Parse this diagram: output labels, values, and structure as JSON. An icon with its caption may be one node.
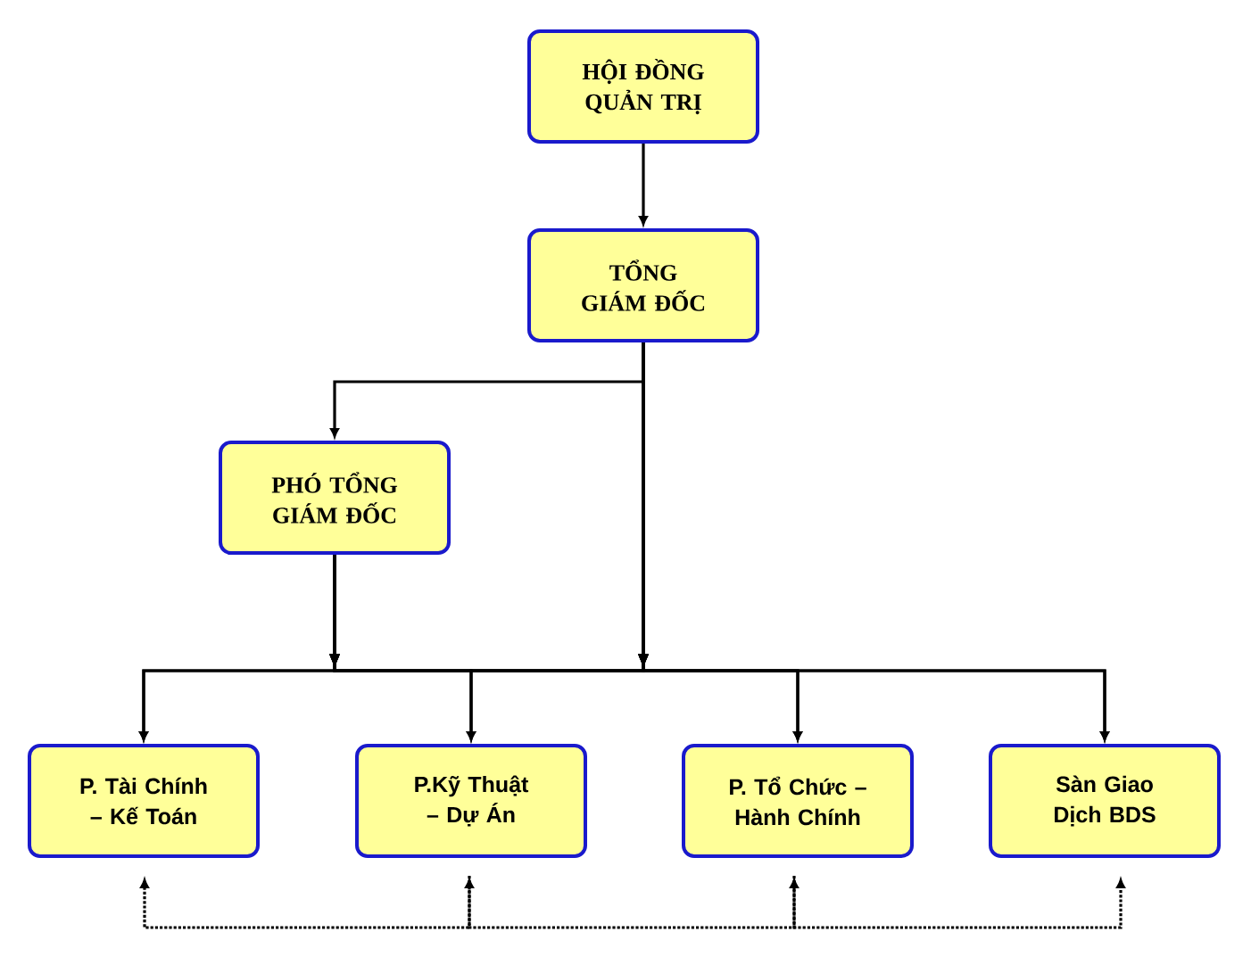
{
  "diagram": {
    "nodes": [
      {
        "text": [
          "HỘI ĐỒNG QUẢN TRỊ"
        ]
      },
      {
        "text": [
          "TỔNG GIÁM ĐỐC"
        ]
      },
      {
        "text": [
          "PHÓ TỔNG GIÁM ĐỐC"
        ]
      },
      {
        "text": [
          "P. Tài Chính – Kế Toán"
        ]
      },
      {
        "text": [
          "P.Kỹ Thuật – Dự Án"
        ]
      },
      {
        "text": [
          "P. Tổ Chức – Hành Chính"
        ]
      },
      {
        "text": [
          "Sàn Giao Dịch BDS"
        ]
      }
    ],
    "edges": [
      {
        "from": 0,
        "to": 1,
        "arrow": "to"
      },
      {
        "from": 1,
        "to": 2,
        "arrow": "to"
      },
      {
        "from": 1,
        "to": 3,
        "arrow": "to"
      },
      {
        "from": 1,
        "to": 4,
        "arrow": "to"
      },
      {
        "from": 1,
        "to": 5,
        "arrow": "to"
      },
      {
        "from": 1,
        "to": 6,
        "arrow": "to"
      },
      {
        "from": 2,
        "to": 3,
        "arrow": "to"
      },
      {
        "from": 2,
        "to": 4,
        "arrow": "to"
      },
      {
        "from": 2,
        "to": 5,
        "arrow": "to"
      },
      {
        "from": 2,
        "to": 6,
        "arrow": "to"
      },
      {
        "from": 3,
        "to": 4,
        "arrow": "both",
        "style": "dashed"
      },
      {
        "from": 4,
        "to": 5,
        "arrow": "to",
        "style": "dashed"
      },
      {
        "from": 5,
        "to": 6,
        "arrow": "to",
        "style": "dashed"
      }
    ]
  }
}
